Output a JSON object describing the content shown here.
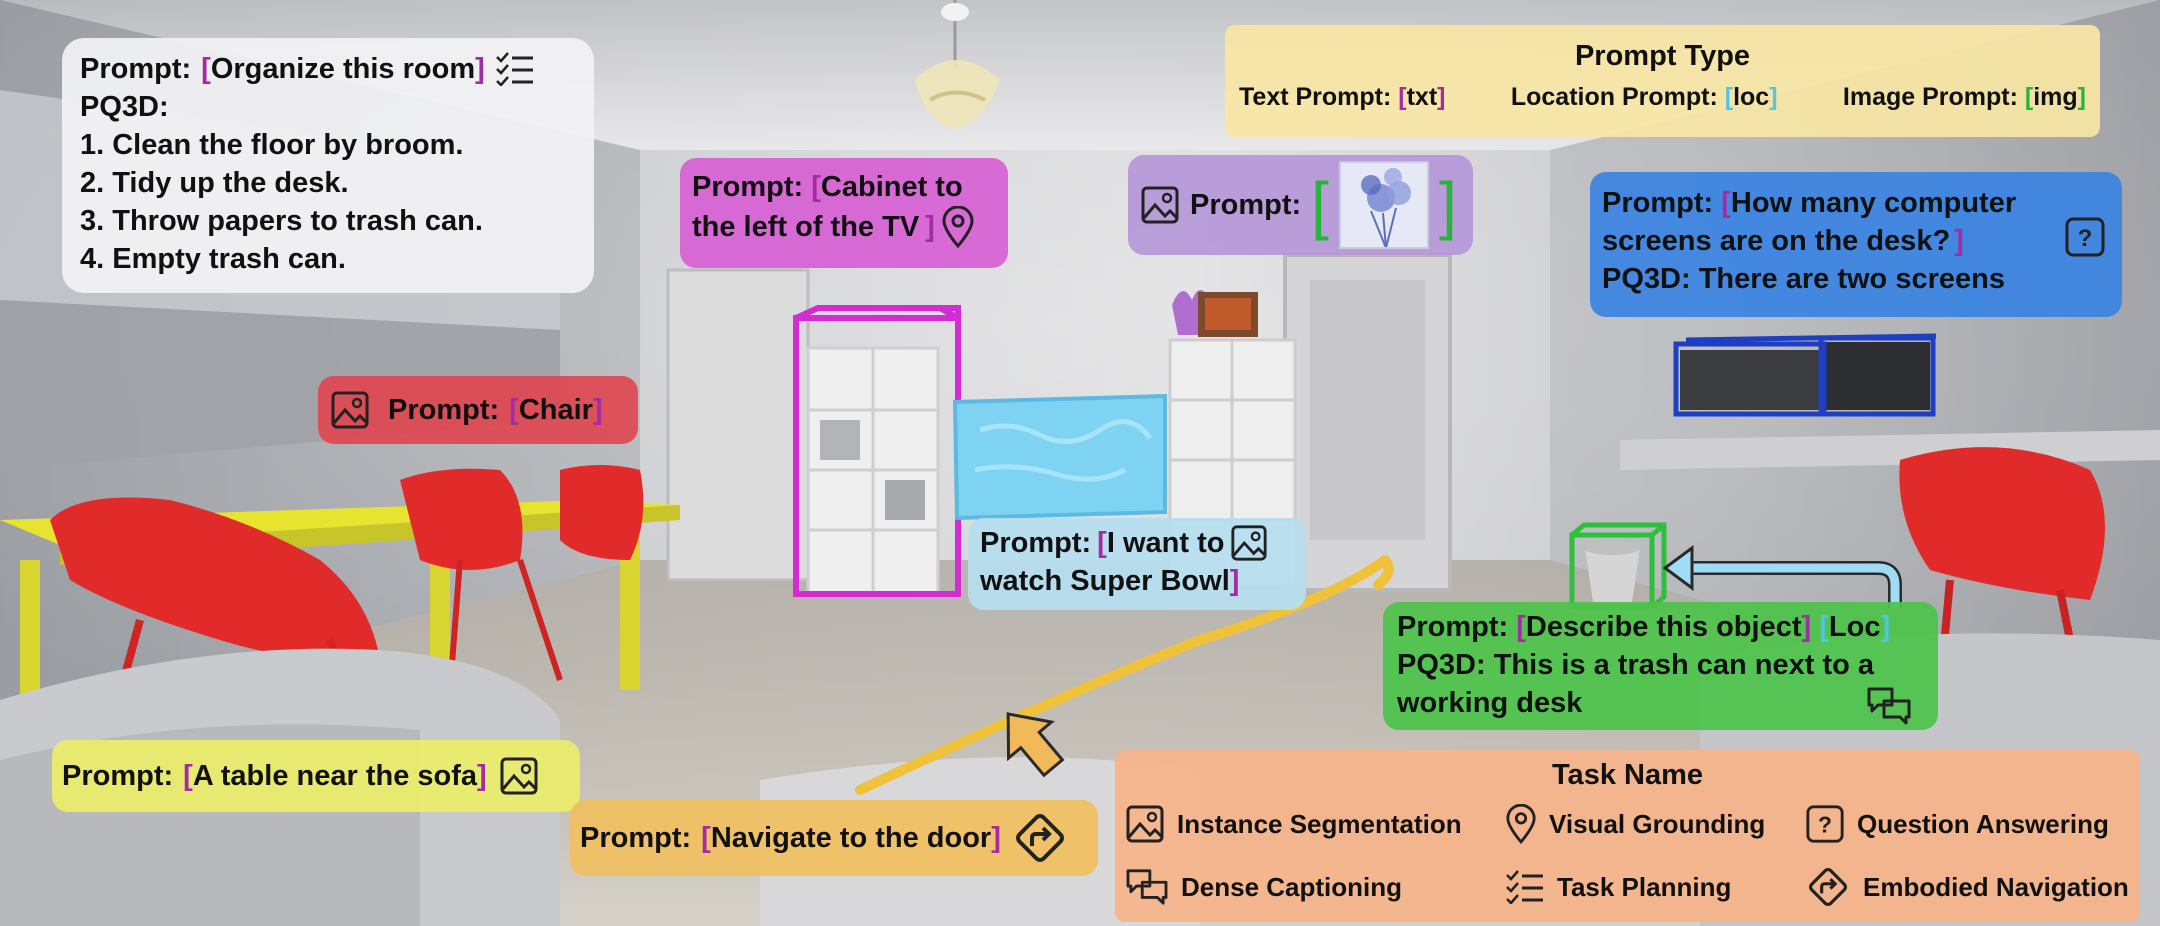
{
  "prompt_type": {
    "title": "Prompt Type",
    "text_prompt_label": "Text Prompt:",
    "text_prompt_token": "txt",
    "location_prompt_label": "Location Prompt:",
    "location_prompt_token": "loc",
    "image_prompt_label": "Image Prompt:",
    "image_prompt_token": "img"
  },
  "brackets": {
    "open": "[",
    "close": "]"
  },
  "prompt_label": "Prompt:",
  "pq3d_label": "PQ3D:",
  "task_planning_callout": {
    "prompt": "Organize this room",
    "steps": [
      "1. Clean the floor by broom.",
      "2. Tidy up the desk.",
      "3. Throw papers to trash can.",
      "4. Empty trash can."
    ]
  },
  "chair_callout": {
    "prompt": "Chair"
  },
  "cabinet_callout": {
    "prompt_line1": "Cabinet to",
    "prompt_line2": "the left of the TV"
  },
  "image_prompt_callout": {
    "label": "Prompt:"
  },
  "qa_callout": {
    "prompt_line1": "How many computer",
    "prompt_line2": "screens are on the desk?",
    "answer": "There are two screens"
  },
  "tv_callout": {
    "prompt_line1": "I want to",
    "prompt_line2": "watch Super Bowl"
  },
  "caption_callout": {
    "prompt": "Describe this object",
    "loc_token": "Loc",
    "answer_line1": "This is a trash can next to a",
    "answer_line2": "working desk"
  },
  "table_callout": {
    "prompt": "A table near the sofa"
  },
  "nav_callout": {
    "prompt": "Navigate to the door"
  },
  "task_name": {
    "title": "Task Name",
    "items": [
      {
        "label": "Instance Segmentation",
        "icon": "image-icon"
      },
      {
        "label": "Visual Grounding",
        "icon": "location-pin-icon"
      },
      {
        "label": "Question Answering",
        "icon": "question-box-icon"
      },
      {
        "label": "Dense Captioning",
        "icon": "chat-bubbles-icon"
      },
      {
        "label": "Task Planning",
        "icon": "checklist-icon"
      },
      {
        "label": "Embodied Navigation",
        "icon": "turn-sign-icon"
      }
    ]
  },
  "colors": {
    "task_planning_bg": "#f2f2f4",
    "chair_bg": "#e0454f",
    "cabinet_bg": "#d660d2",
    "image_prompt_bg": "#b596d8",
    "qa_bg": "#3a83e2",
    "tv_bg": "#b6dff0",
    "caption_bg": "#4cc34a",
    "table_bg": "#eced6a",
    "nav_bg": "#f0c060",
    "prompt_type_bg": "#f7e6a4",
    "task_name_bg": "#f5b48a",
    "bracket_purple": "#a52ba5",
    "bracket_cyan": "#4ec6e8",
    "bracket_green": "#27b43a"
  }
}
